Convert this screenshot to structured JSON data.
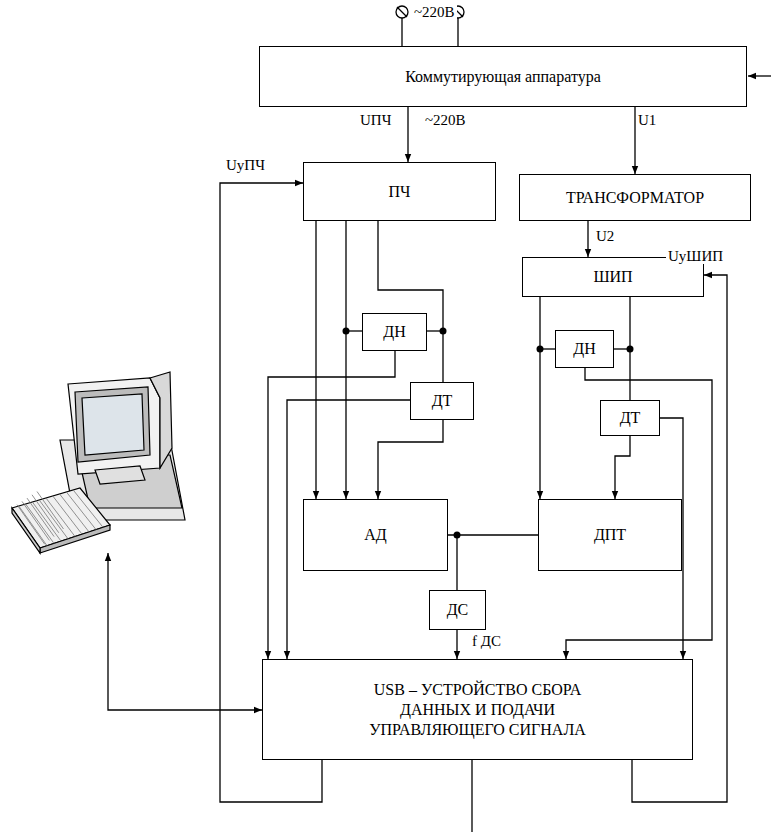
{
  "diagram": {
    "nodes": [
      {
        "text": [
          "Коммутирующая аппаратура"
        ]
      },
      {
        "text": [
          "ПЧ"
        ]
      },
      {
        "text": [
          "ТРАНСФОРМАТОР"
        ]
      },
      {
        "text": [
          "ШИП"
        ]
      },
      {
        "text": [
          "ДН"
        ]
      },
      {
        "text": [
          "ДН"
        ]
      },
      {
        "text": [
          "ДТ"
        ]
      },
      {
        "text": [
          "ДТ"
        ]
      },
      {
        "text": [
          "АД"
        ]
      },
      {
        "text": [
          "ДПТ"
        ]
      },
      {
        "text": [
          "ДС"
        ]
      },
      {
        "text": [
          "USB – УСТРОЙСТВО СБОРА ДАННЫХ И ПОДАЧИ УПРАВЛЯЮЩЕГО СИГНАЛА"
        ]
      }
    ],
    "edges": [
      {
        "from": 0,
        "to": 1,
        "arrow": "to"
      },
      {
        "from": 0,
        "to": 2,
        "arrow": "to"
      },
      {
        "from": 2,
        "to": 3,
        "arrow": "to"
      },
      {
        "from": 1,
        "to": 8,
        "arrow": "to"
      },
      {
        "from": 1,
        "to": 8,
        "arrow": "to"
      },
      {
        "from": 1,
        "to": 6,
        "arrow": "none"
      },
      {
        "from": 6,
        "to": 8,
        "arrow": "to"
      },
      {
        "from": 3,
        "to": 9,
        "arrow": "to"
      },
      {
        "from": 3,
        "to": 7,
        "arrow": "none"
      },
      {
        "from": 7,
        "to": 9,
        "arrow": "to"
      },
      {
        "from": 8,
        "to": 9,
        "arrow": "none"
      },
      {
        "from": 4,
        "to": 11,
        "arrow": "to"
      },
      {
        "from": 6,
        "to": 11,
        "arrow": "to"
      },
      {
        "from": 7,
        "to": 11,
        "arrow": "to"
      },
      {
        "from": 5,
        "to": 11,
        "arrow": "to"
      },
      {
        "from": 10,
        "to": 11,
        "label": "f ДС",
        "arrow": "to"
      },
      {
        "from": 11,
        "to": 1,
        "arrow": "to"
      },
      {
        "from": 11,
        "to": 3,
        "arrow": "to"
      }
    ],
    "labels": [
      "~220В",
      "UПЧ",
      "~220В",
      "U1",
      "UуПЧ",
      "U2",
      "UуШИП"
    ]
  }
}
